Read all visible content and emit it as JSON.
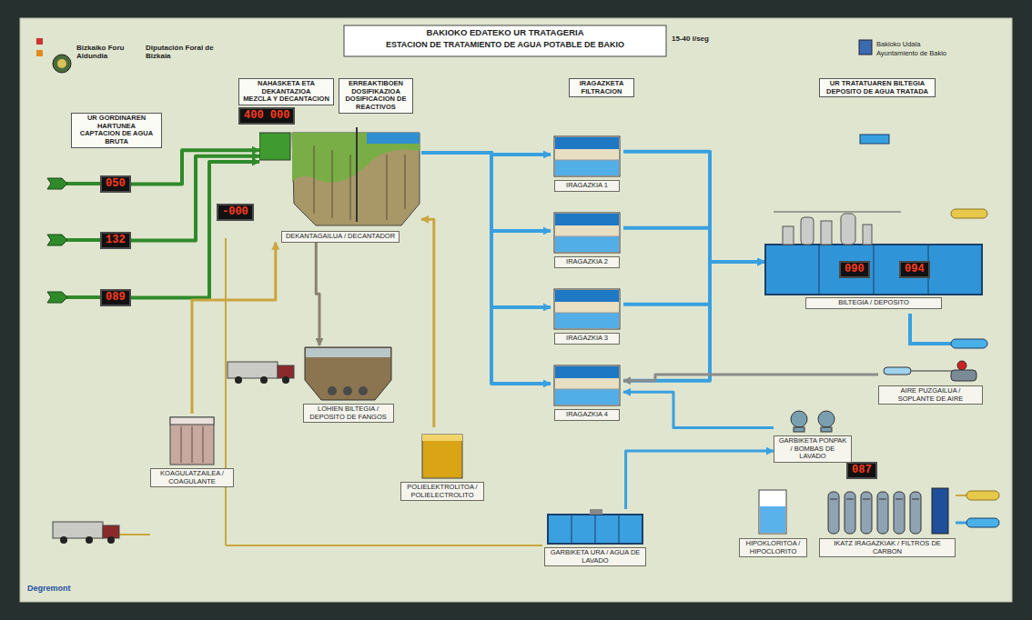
{
  "diagram": {
    "title": "BAKIOKO EDATEKO UR TRATAGERIA",
    "nodes": [
      {
        "text": [
          "NAHASKETA ETA DEKANTAZIOA",
          "MEZCLA Y DECANTACION"
        ]
      },
      {
        "text": [
          "ERREAKTIBOEN DOSIFIKAZIOA",
          "DOSIFICACION DE REACTIVOS"
        ]
      },
      {
        "text": [
          "IRAGAZKETA",
          "FILTRACION"
        ]
      },
      {
        "text": [
          "UR TRATATUAREN BILTEGIA",
          "DEPOSITO DE AGUA TRATADA"
        ]
      },
      {
        "text": [
          "400 000"
        ]
      },
      {
        "text": [
          "UR GORDINAREN HARTUNEA",
          "CAPTACION DE AGUA BRUTA"
        ]
      },
      {
        "text": [
          "DEKANTAGAILUA / DECANTADOR"
        ]
      },
      {
        "text": [
          "IRAGAZKIA 1"
        ]
      },
      {
        "text": [
          "050"
        ]
      },
      {
        "text": [
          "-000"
        ]
      },
      {
        "text": [
          "IRAGAZKIA 2"
        ]
      },
      {
        "text": [
          "132"
        ]
      },
      {
        "text": [
          "BILTEGIA / DEPOSITO"
        ]
      },
      {
        "text": [
          "090"
        ],
        "in": 12
      },
      {
        "text": [
          "094"
        ],
        "in": 12
      },
      {
        "text": [
          "089"
        ]
      },
      {
        "text": [
          "IRAGAZKIA 3"
        ]
      },
      {
        "text": [
          "LOHIEN BILTEGIA / DEPOSITO DE FANGOS"
        ]
      },
      {
        "text": [
          "IRAGAZKIA 4"
        ]
      },
      {
        "text": [
          "GARBIKETA PONPAK / BOMBAS DE LAVADO"
        ]
      },
      {
        "text": [
          "AIRE PUZGAILUA / SOPLANTE DE AIRE"
        ]
      },
      {
        "text": [
          "087"
        ]
      },
      {
        "text": [
          "KOAGULATZAILEA / COAGULANTE"
        ]
      },
      {
        "text": [
          "POLIELEKTROLITOA / POLIELECTROLITO"
        ]
      },
      {
        "text": [
          "GARBIKETA URA / AGUA DE LAVADO"
        ]
      },
      {
        "text": [
          "HIPOKLORITOA / HIPOCLORITO"
        ]
      },
      {
        "text": [
          "IKATZ IRAGAZKIAK / FILTROS DE CARBON"
        ]
      }
    ],
    "edges": [
      {
        "from": 8,
        "to": 6,
        "arrow": "to"
      },
      {
        "from": 11,
        "to": 6,
        "arrow": "to"
      },
      {
        "from": 15,
        "to": 6,
        "arrow": "to"
      },
      {
        "from": 6,
        "to": 7,
        "arrow": "to"
      },
      {
        "from": 6,
        "to": 10,
        "arrow": "to"
      },
      {
        "from": 6,
        "to": 16,
        "arrow": "to"
      },
      {
        "from": 6,
        "to": 18,
        "arrow": "to"
      },
      {
        "from": 7,
        "to": 12,
        "arrow": "to"
      },
      {
        "from": 10,
        "to": 12,
        "arrow": "to"
      },
      {
        "from": 16,
        "to": 12,
        "arrow": "to"
      },
      {
        "from": 18,
        "to": 12,
        "arrow": "to"
      },
      {
        "from": 6,
        "to": 17,
        "arrow": "to"
      },
      {
        "from": 22,
        "to": 6,
        "arrow": "to"
      },
      {
        "from": 23,
        "to": 6,
        "arrow": "to"
      },
      {
        "from": 19,
        "to": 18,
        "arrow": "to"
      },
      {
        "from": 20,
        "to": 18,
        "arrow": "to"
      },
      {
        "from": 24,
        "to": 19,
        "arrow": "to"
      }
    ],
    "labels": [
      "ESTACION DE TRATAMIENTO DE AGUA POTABLE DE BAKIO",
      "15-40 l/seg",
      "Bizkaiko Foru Aldundia",
      "Diputación Foral de Bizkaia",
      "Bakioko Udala",
      "Ayuntamiento de Bakio",
      "Degremont"
    ]
  }
}
